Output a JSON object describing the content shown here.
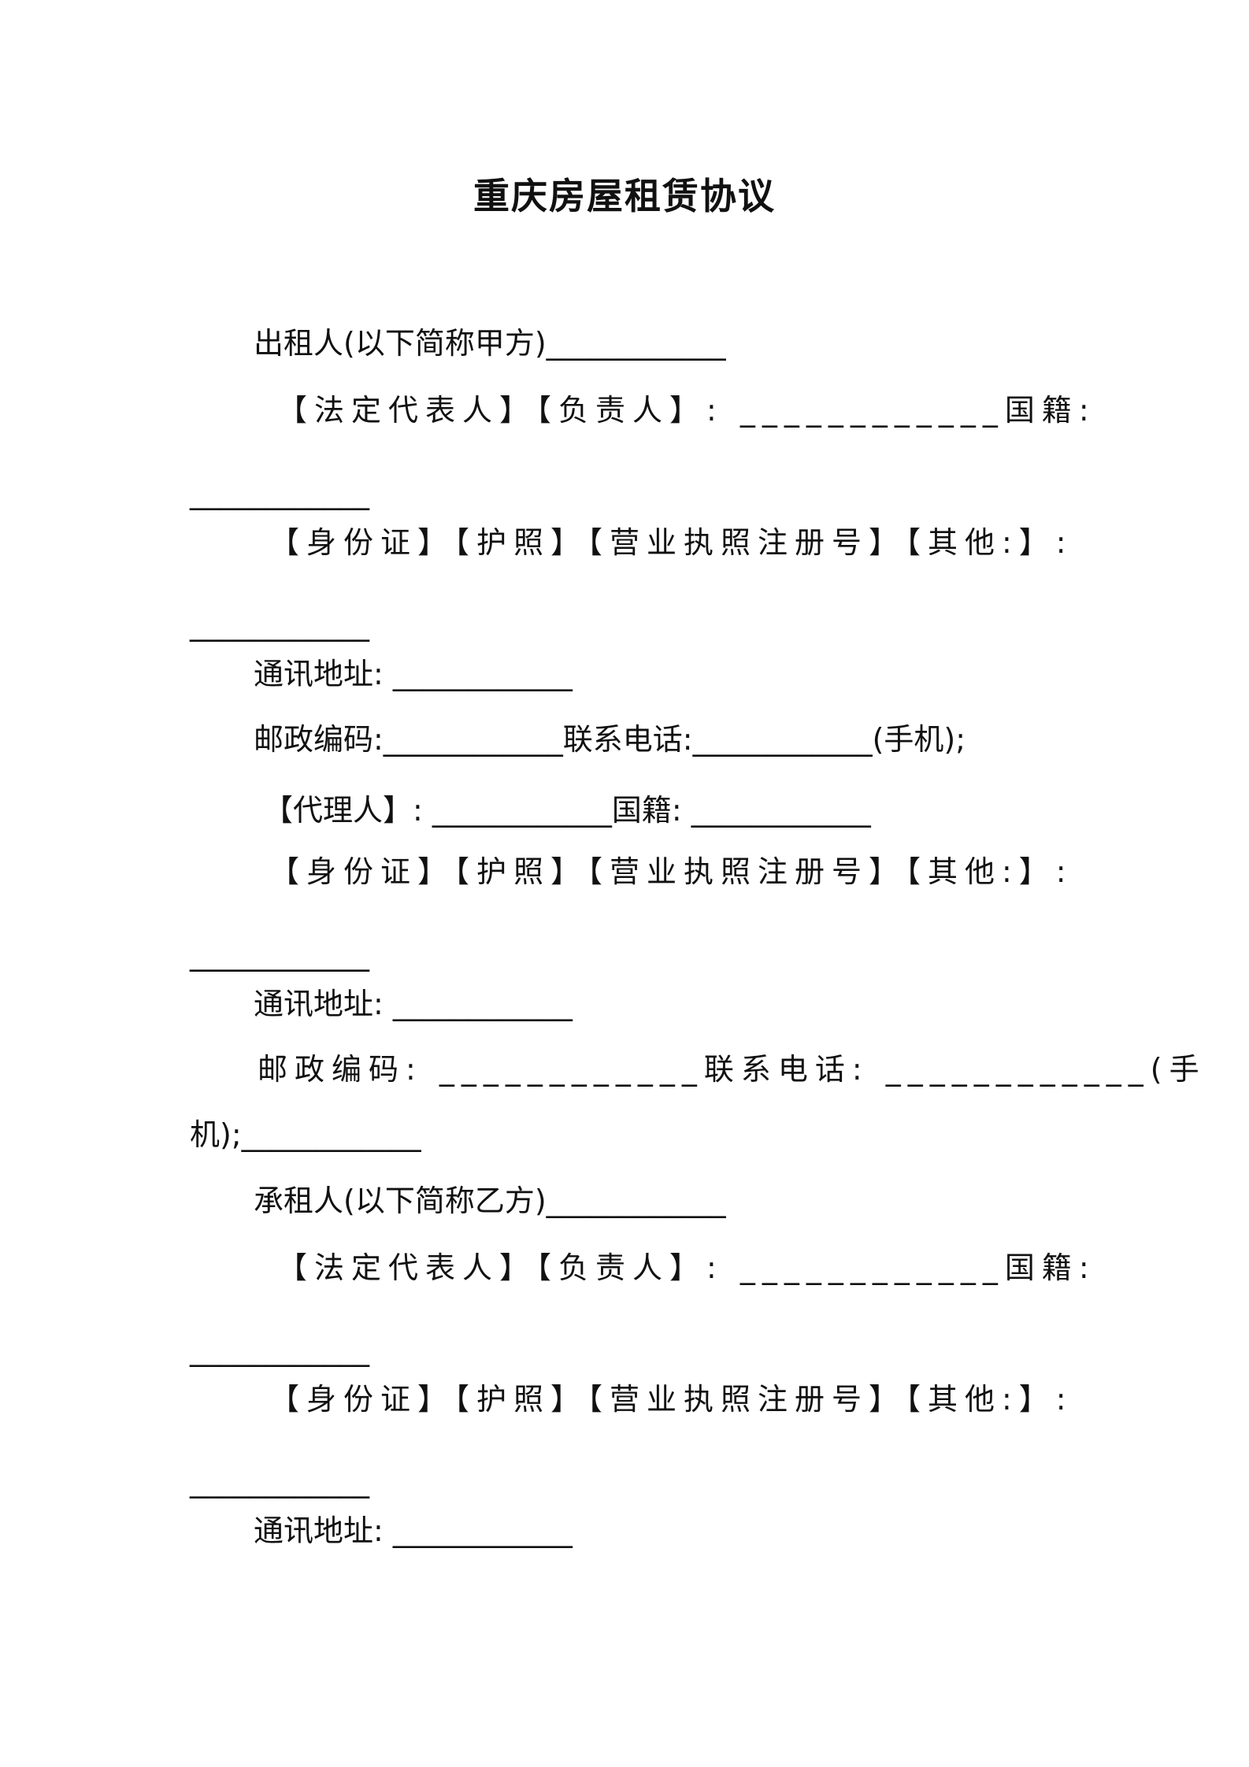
{
  "document": {
    "title": "重庆房屋租赁协议",
    "lines": [
      "出租人(以下简称甲方)____________",
      "【法定代表人】【负责人】:  ____________国籍:",
      "____________",
      "【身份证】【护照】【营业执照注册号】【其他:】:",
      "____________",
      "通讯地址:  ____________",
      "邮政编码:____________联系电话:____________(手机);",
      "【代理人】:  ____________国籍:  ____________",
      "【身份证】【护照】【营业执照注册号】【其他:】:",
      "____________",
      "通讯地址:  ____________",
      "邮政编码:  ____________联系电话:  ____________(手",
      "机);____________",
      "承租人(以下简称乙方)____________",
      "【法定代表人】【负责人】:  ____________国籍:",
      "____________",
      "【身份证】【护照】【营业执照注册号】【其他:】:",
      "____________",
      "通讯地址:  ____________"
    ]
  }
}
